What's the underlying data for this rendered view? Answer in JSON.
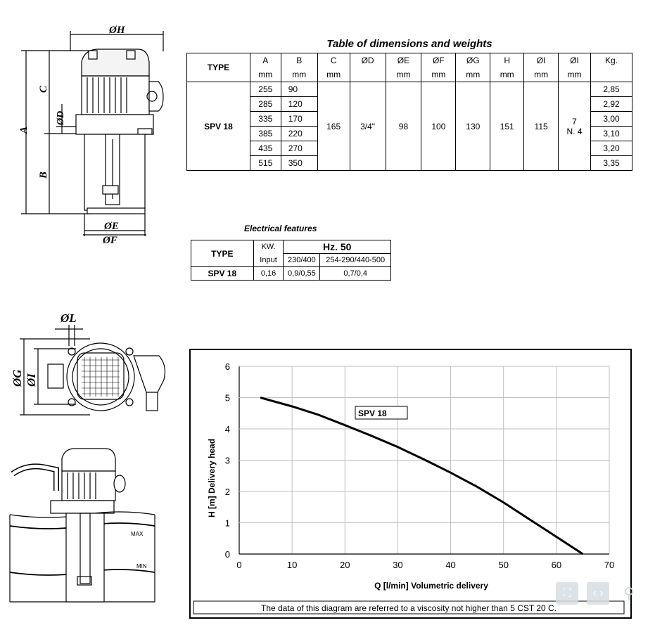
{
  "dimensions": {
    "title": "Table of dimensions and weights",
    "headers": [
      "TYPE",
      "A",
      "B",
      "C",
      "ØD",
      "ØE",
      "ØF",
      "ØG",
      "H",
      "ØI",
      "ØI",
      "Kg."
    ],
    "units": [
      "",
      "mm",
      "mm",
      "mm",
      "",
      "mm",
      "mm",
      "mm",
      "mm",
      "mm",
      "mm",
      ""
    ],
    "type": "SPV 18",
    "A": [
      "255",
      "285",
      "335",
      "385",
      "435",
      "515"
    ],
    "B": [
      "90",
      "120",
      "170",
      "220",
      "270",
      "350"
    ],
    "C": "165",
    "D": "3/4\"",
    "E": "98",
    "F": "100",
    "G": "130",
    "H": "151",
    "I": "115",
    "L_value": "7",
    "L_count": "N. 4",
    "kg": [
      "2,85",
      "2,92",
      "3,00",
      "3,10",
      "3,20",
      "3,35"
    ]
  },
  "electrical": {
    "title": "Electrical features",
    "type_header": "TYPE",
    "kw_header": "KW.",
    "input_header": "Input",
    "hz_header": "Hz. 50",
    "v1_header": "230/400",
    "v2_header": "254-290/440-500",
    "type": "SPV  18",
    "kw": "0,16",
    "v1": "0,9/0,55",
    "v2": "0,7/0,4"
  },
  "drawing_labels": {
    "H": "ØH",
    "A": "A",
    "B": "B",
    "C": "C",
    "D": "ØD",
    "E": "ØE",
    "F": "ØF",
    "L": "ØL",
    "G": "ØG",
    "I": "ØI",
    "max": "MAX",
    "min": "MIN"
  },
  "chart_data": {
    "type": "line",
    "xlabel": "Q [l/min] Volumetric delivery",
    "ylabel": "H [m] Delivery head",
    "xlim": [
      0,
      70
    ],
    "ylim": [
      0,
      6
    ],
    "x_ticks": [
      0,
      10,
      20,
      30,
      40,
      50,
      60,
      70
    ],
    "y_ticks": [
      0,
      1,
      2,
      3,
      4,
      5,
      6
    ],
    "grid": true,
    "series": [
      {
        "name": "SPV 18",
        "x": [
          4,
          10,
          15,
          20,
          25,
          30,
          35,
          40,
          45,
          50,
          55,
          60,
          65
        ],
        "y": [
          5.0,
          4.72,
          4.45,
          4.12,
          3.78,
          3.42,
          3.02,
          2.6,
          2.15,
          1.65,
          1.1,
          0.55,
          0
        ]
      }
    ],
    "note": "The data of this diagram are referred to a viscosity not higher than 5 CST 20   C."
  },
  "colors": {
    "grid": "#bfbfbf",
    "line": "#000000",
    "controls": "#d8dde2"
  },
  "viewer_icons": [
    "fit-screen-icon",
    "navigate-icon",
    "zoom-icon"
  ]
}
